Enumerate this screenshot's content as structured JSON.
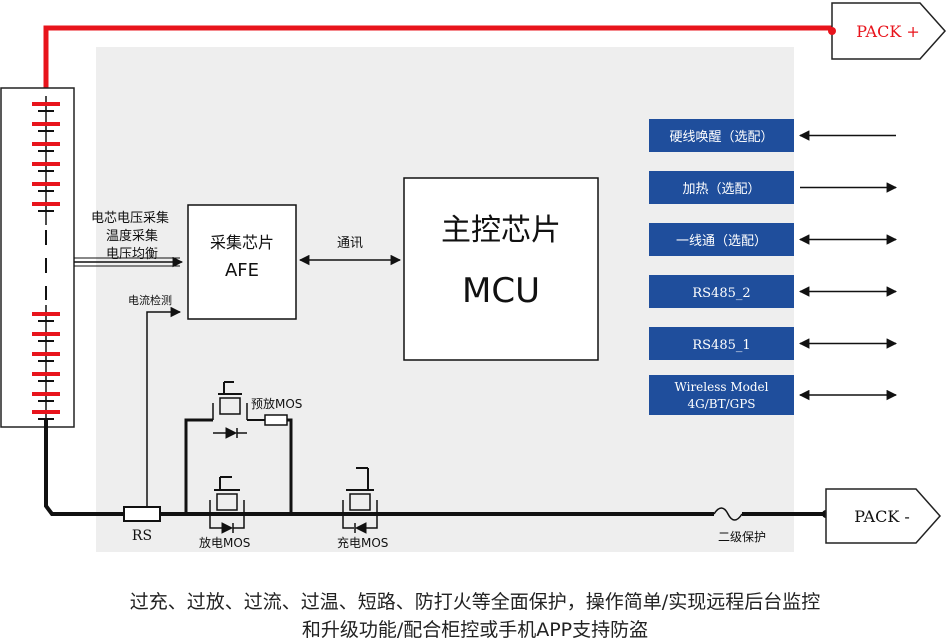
{
  "labels": {
    "pack_pos": "PACK +",
    "pack_neg": "PACK -",
    "afe_title": "采集芯片",
    "afe_sub": "AFE",
    "mcu_title": "主控芯片",
    "mcu_sub": "MCU",
    "comm": "通讯",
    "sense_1": "电芯电压采集",
    "sense_2": "温度采集",
    "sense_3": "电压均衡",
    "current_detect": "电流检测",
    "rs": "RS",
    "precharge_mos": "预放MOS",
    "discharge_mos": "放电MOS",
    "charge_mos": "充电MOS",
    "secondary_protection": "二级保护"
  },
  "modules": [
    {
      "id": "hardwire-wakeup",
      "label": "硬线唤醒（选配）",
      "direction": "in"
    },
    {
      "id": "heating",
      "label": "加热（选配）",
      "direction": "out"
    },
    {
      "id": "one-wire",
      "label": "一线通（选配）",
      "direction": "both"
    },
    {
      "id": "rs485-2",
      "label": "RS485_2",
      "direction": "both"
    },
    {
      "id": "rs485-1",
      "label": "RS485_1",
      "direction": "both"
    },
    {
      "id": "wireless",
      "label": "Wireless Model",
      "label2": "4G/BT/GPS",
      "direction": "both"
    }
  ],
  "caption": {
    "line1": "过充、过放、过流、过温、短路、防打火等全面保护，操作简单/实现远程后台监控",
    "line2": "和升级功能/配合柜控或手机APP支持防盗"
  },
  "colors": {
    "positive_wire": "#e8141c",
    "module_fill": "#1f4e9c",
    "panel_fill": "#eeeeee",
    "wire": "#111111"
  }
}
